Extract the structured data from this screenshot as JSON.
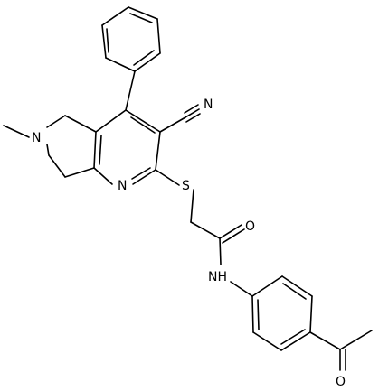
{
  "atom_labels": {
    "ring_nitrogen": "N",
    "methyl_nitrogen": "N",
    "sulfur": "S",
    "amide_oxygen": "O",
    "amide_nh": "NH",
    "nitrile_nitrogen": "N",
    "ketone_oxygen": "O"
  },
  "colors": {
    "bond": "#000000",
    "label": "#000000",
    "background": "#ffffff"
  }
}
